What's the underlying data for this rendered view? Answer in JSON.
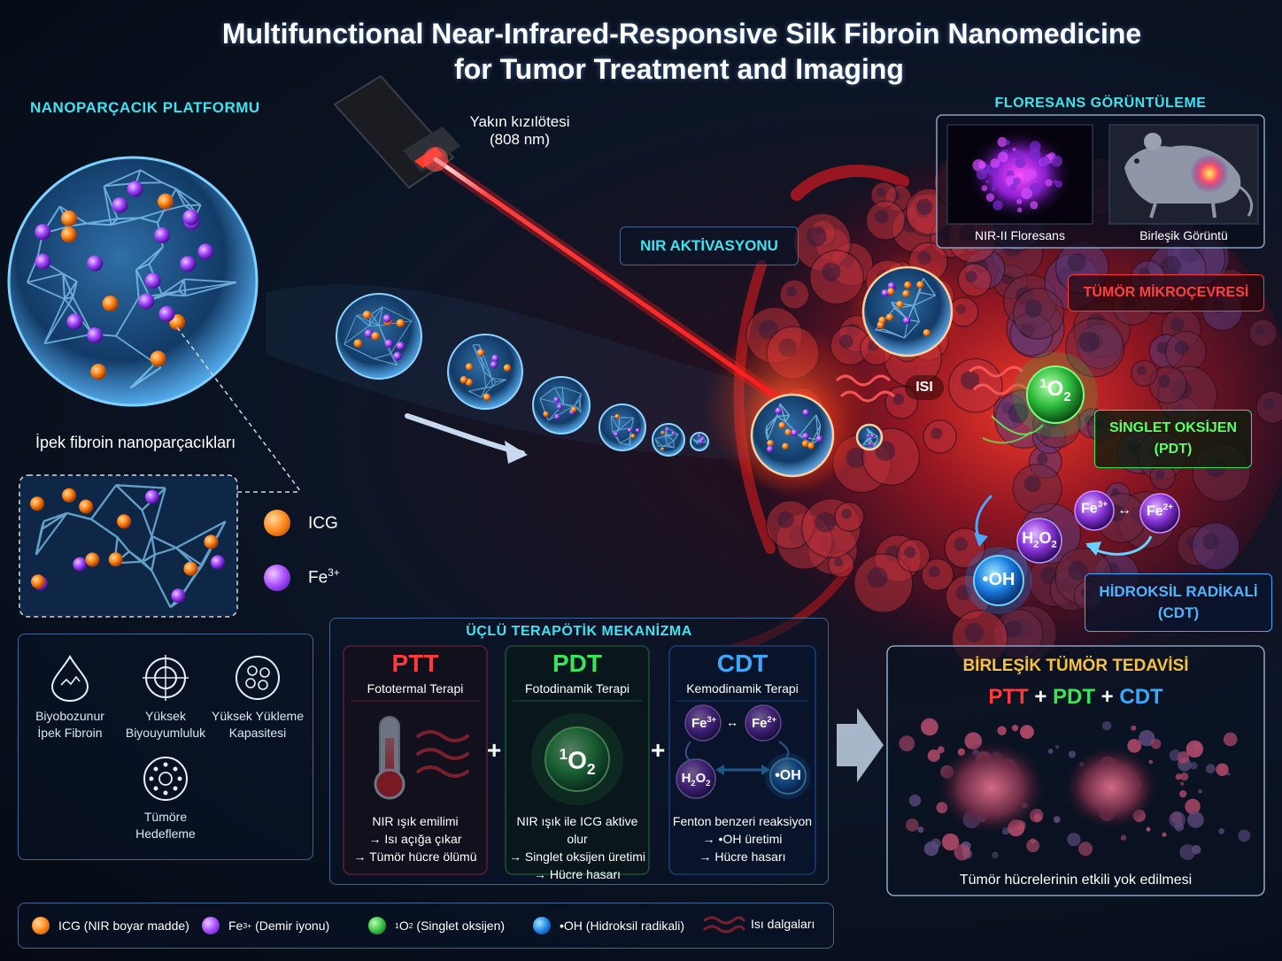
{
  "title_line1": "Multifunctional Near-Infrared-Responsive Silk Fibroin Nanomedicine",
  "title_line2": "for Tumor Treatment and Imaging",
  "platform": {
    "heading": "NANOPARÇACIK PLATFORMU",
    "caption": "İpek fibroin nanoparçacıkları",
    "icg_label": "ICG",
    "fe_label": "Fe",
    "fe_sup": "3+"
  },
  "laser": {
    "label_line1": "Yakın kızılötesi",
    "label_line2": "(808 nm)"
  },
  "nir_activation": "NIR AKTİVASYONU",
  "fluorescence": {
    "heading": "FLORESANS GÖRÜNTÜLEME",
    "img1_label": "NIR-II Floresans",
    "img2_label": "Birleşik Görüntü"
  },
  "tumor_micro": "TÜMÖR MİKROÇEVRESİ",
  "heat_label": "ISI",
  "singlet": {
    "line1": "SİNGLET OKSİJEN",
    "line2": "(PDT)"
  },
  "hydroxyl": {
    "line1": "HİDROKSİL RADİKALİ",
    "line2": "(CDT)"
  },
  "molecules": {
    "o2_sup": "1",
    "o2_text": "O",
    "o2_sub": "2",
    "fe3": "Fe",
    "fe3_sup": "3+",
    "fe2": "Fe",
    "fe2_sup": "2+",
    "h2o2_a": "H",
    "h2o2_sub1": "2",
    "h2o2_b": "O",
    "h2o2_sub2": "2",
    "oh": "•OH"
  },
  "features": [
    {
      "line1": "Biyobozunur",
      "line2": "İpek Fibroin"
    },
    {
      "line1": "Yüksek",
      "line2": "Biyouyumluluk"
    },
    {
      "line1": "Yüksek Yükleme",
      "line2": "Kapasitesi"
    },
    {
      "line1": "Tümöre",
      "line2": "Hedefleme"
    }
  ],
  "mechanism": {
    "heading": "ÜÇLÜ TERAPÖTİK MEKANİZMA",
    "ptt": {
      "title": "PTT",
      "subtitle": "Fototermal Terapi",
      "d1": "NIR ışık emilimi",
      "d2": "→ Isı açığa çıkar",
      "d3": "→ Tümör hücre ölümü"
    },
    "pdt": {
      "title": "PDT",
      "subtitle": "Fotodinamik Terapi",
      "d1": "NIR ışık ile ICG aktive olur",
      "d2": "→ Singlet oksijen üretimi",
      "d3": "→ Hücre hasarı"
    },
    "cdt": {
      "title": "CDT",
      "subtitle": "Kemodinamik Terapi",
      "d1": "Fenton benzeri reaksiyon",
      "d2": "→ •OH üretimi",
      "d3": "→ Hücre hasarı"
    },
    "plus": "+"
  },
  "combined": {
    "heading": "BİRLEŞİK TÜMÖR TEDAVİSİ",
    "ptt": "PTT",
    "pdt": "PDT",
    "cdt": "CDT",
    "plus": "+",
    "caption": "Tümör hücrelerinin etkili yok edilmesi"
  },
  "legend": {
    "icg": "ICG (NIR boyar madde)",
    "fe_a": "Fe",
    "fe_sup": "3+",
    "fe_b": " (Demir iyonu)",
    "o2_sup": "1",
    "o2_a": "O",
    "o2_sub": "2",
    "o2_b": " (Singlet oksijen)",
    "oh": "•OH (Hidroksil radikali)",
    "heat": "Isı dalgaları"
  },
  "colors": {
    "cyan": "#3fe3f0",
    "ptt_red": "#ff3b3b",
    "pdt_green": "#39e35a",
    "cdt_blue": "#3aa8ff",
    "icg_orange": "#ff8a1e",
    "fe_purple": "#a64dff",
    "gold": "#f5c341"
  }
}
